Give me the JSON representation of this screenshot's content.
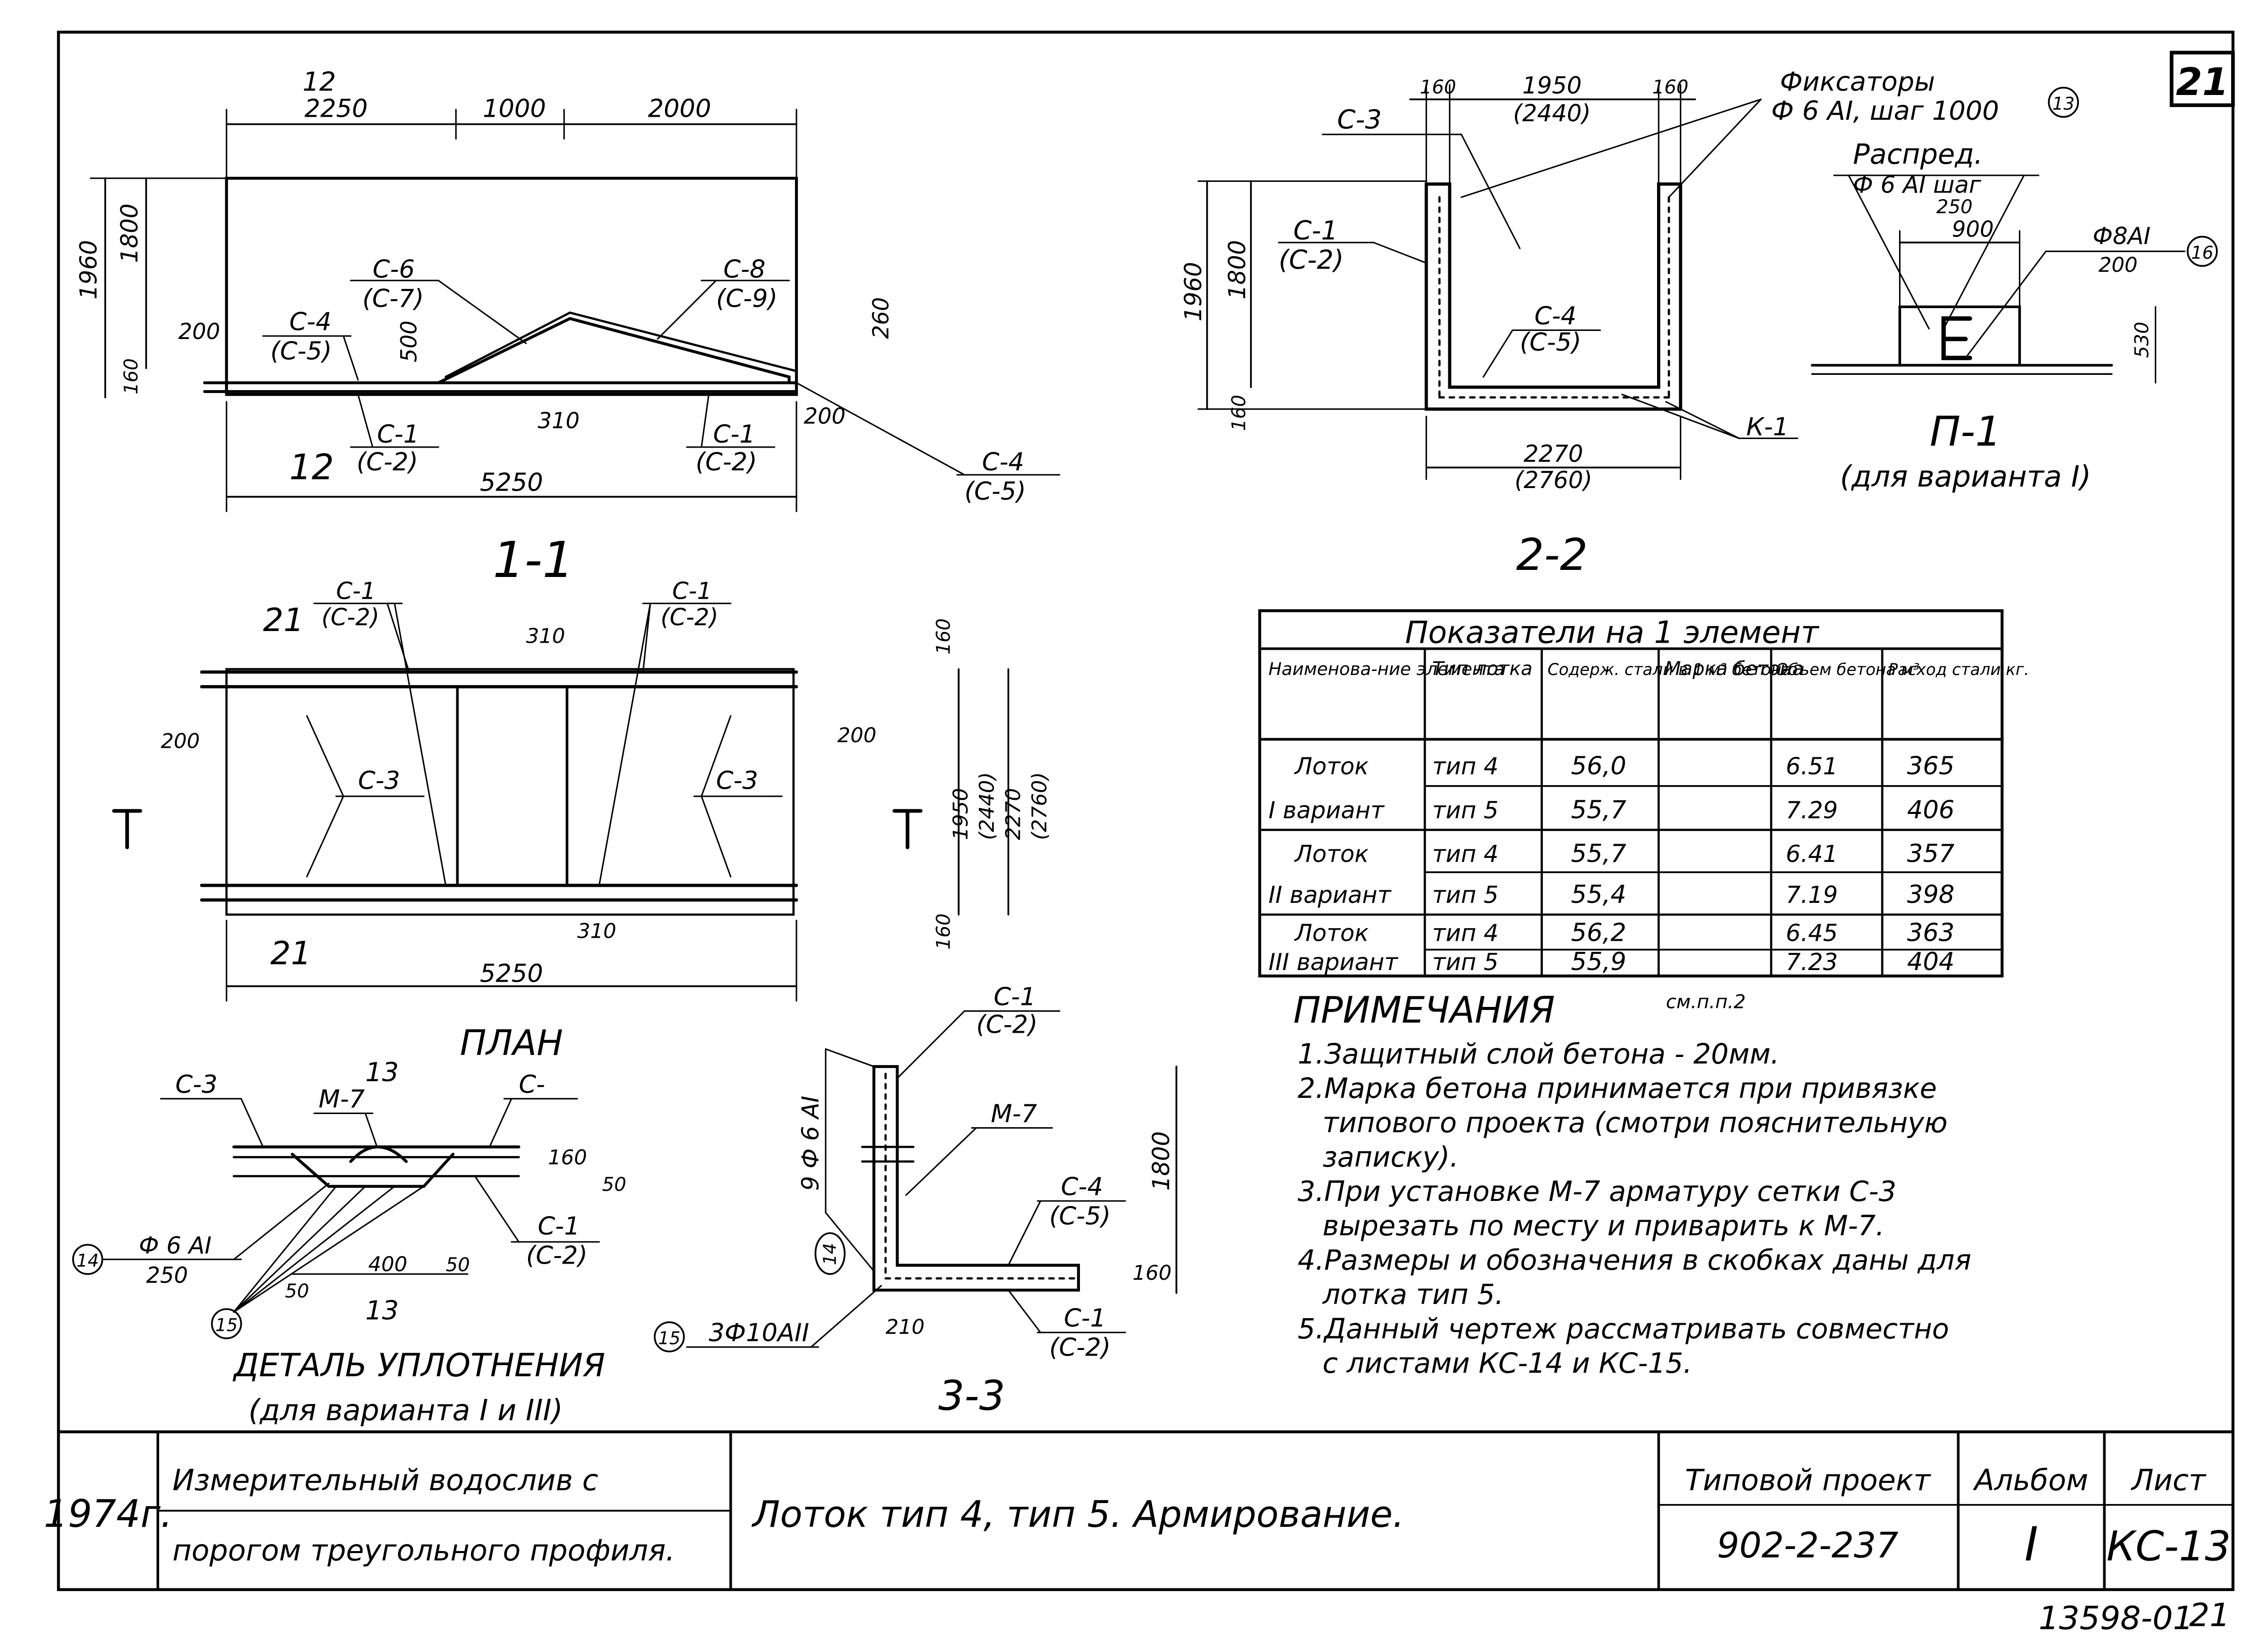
{
  "sheet_number_corner": "21",
  "section_1_1": {
    "title": "1-1",
    "cut_mark_top": "12",
    "cut_mark_bottom": "12",
    "dims_top": [
      "2250",
      "1000",
      "2000"
    ],
    "dim_total": "5250",
    "dims_left": [
      "1960",
      "1800",
      "160"
    ],
    "dim_200_left": "200",
    "dim_500": "500",
    "dim_310": "310",
    "dim_260": "260",
    "dim_200_right": "200",
    "labels": {
      "c6": "С-6",
      "c7": "(С-7)",
      "c8": "С-8",
      "c9": "(С-9)",
      "c4a": "С-4",
      "c5a": "(С-5)",
      "c1a": "С-1",
      "c2a": "(С-2)",
      "c1b": "С-1",
      "c2b": "(С-2)",
      "c4b": "С-4",
      "c5b": "(С-5)"
    }
  },
  "section_2_2": {
    "title": "2-2",
    "dims_top": [
      "160",
      "1950",
      "(2440)",
      "160"
    ],
    "dims_bottom": [
      "2270",
      "(2760)"
    ],
    "dims_left": [
      "1960",
      "1800",
      "160"
    ],
    "labels": {
      "c3": "С-3",
      "c1": "С-1",
      "c2": "(С-2)",
      "c4": "С-4",
      "c5": "(С-5)",
      "k1": "К-1",
      "fixators_1": "Фиксаторы",
      "fixators_2": "Ф 6 АI, шаг 1000",
      "fix_num": "13"
    }
  },
  "detail_p1": {
    "title": "П-1",
    "subtitle": "(для варианта I)",
    "distrib_1": "Распред.",
    "distrib_2": "Ф 6 АI шаг",
    "distrib_3": "250",
    "dim_900": "900",
    "bar_1": "Ф8АI",
    "bar_2": "200",
    "bar_num": "16",
    "dim_530": "530"
  },
  "plan": {
    "title": "ПЛАН",
    "cut_top": "21",
    "cut_bottom": "21",
    "dim_310_top": "310",
    "dim_310_bottom": "310",
    "dim_200_left": "200",
    "dim_200_right": "200",
    "dim_total": "5250",
    "dims_right": [
      "160",
      "1950",
      "(2440)",
      "2270",
      "(2760)",
      "160"
    ],
    "labels": {
      "c1a": "С-1",
      "c2a": "(С-2)",
      "c1b": "С-1",
      "c2b": "(С-2)",
      "c3a": "С-3",
      "c3b": "С-3"
    }
  },
  "detail_thickening": {
    "title": "ДЕТАЛЬ УПЛОТНЕНИЯ",
    "subtitle": "(для варианта I и III)",
    "cut_top": "13",
    "cut_bottom": "13",
    "labels": {
      "c3": "С-3",
      "m7": "М-7",
      "c_right": "С-",
      "c1": "С-1",
      "c2": "(С-2)",
      "bar_1": "Ф 6 АI",
      "bar_2": "250",
      "num14": "14",
      "num15": "15"
    },
    "dims": [
      "160",
      "50",
      "50",
      "400",
      "50"
    ]
  },
  "section_3_3": {
    "title": "3-3",
    "labels": {
      "c1a": "С-1",
      "c2a": "(С-2)",
      "m7": "М-7",
      "c4": "С-4",
      "c5": "(С-5)",
      "c1b": "С-1",
      "c2b": "(С-2)",
      "bars_vert": "9 Ф 6 АI",
      "bars_long": "3Ф10АII",
      "num14": "14",
      "num15": "15"
    },
    "dims": [
      "1800",
      "160",
      "210"
    ]
  },
  "indicators_table": {
    "caption": "Показатели на 1 элемент",
    "headers": [
      "Наименова-ние элемента",
      "Тип лотка",
      "Содерж. стали в 1 м³ бетона",
      "Марка бетона",
      "Объем бетона м³",
      "Расход стали кг."
    ],
    "rows": [
      [
        "Лоток",
        "тип 4",
        "56,0",
        "",
        "6.51",
        "365"
      ],
      [
        "I вариант",
        "тип 5",
        "55,7",
        "",
        "7.29",
        "406"
      ],
      [
        "Лоток",
        "тип 4",
        "55,7",
        "",
        "6.41",
        "357"
      ],
      [
        "II вариант",
        "тип 5",
        "55,4",
        "",
        "7.19",
        "398"
      ],
      [
        "Лоток",
        "тип 4",
        "56,2",
        "",
        "6.45",
        "363"
      ],
      [
        "III вариант",
        "тип 5",
        "55,9",
        "",
        "7.23",
        "404"
      ]
    ],
    "footnote": "см.п.п.2"
  },
  "notes": {
    "heading": "ПРИМЕЧАНИЯ",
    "lines": [
      "1.Защитный слой бетона - 20мм.",
      "2.Марка бетона принимается при привязке",
      "типового проекта (смотри пояснительную",
      "записку).",
      "3.При установке М-7 арматуру сетки С-3",
      "вырезать по месту и приварить к М-7.",
      "4.Размеры и обозначения в скобках даны для",
      "лотка тип 5.",
      "5.Данный чертеж рассматривать совместно",
      "с листами КС-14 и КС-15."
    ]
  },
  "title_block": {
    "year": "1974г.",
    "object_1": "Измерительный водослив с",
    "object_2": "порогом треугольного профиля.",
    "drawing_title": "Лоток тип 4, тип 5.   Армирование.",
    "project_label": "Типовой проект",
    "project_number": "902-2-237",
    "album_label": "Альбом",
    "album_value": "I",
    "sheet_label": "Лист",
    "sheet_value": "КС-13"
  },
  "footer_stamp": "13598-01",
  "footer_page": "21"
}
